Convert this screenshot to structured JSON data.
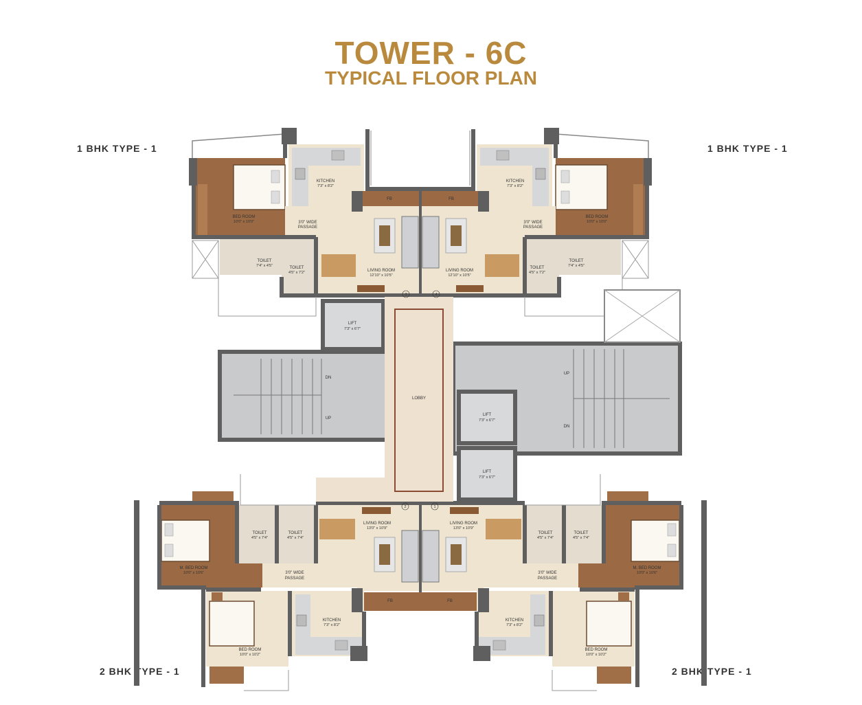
{
  "title": "TOWER - 6C",
  "subtitle": "TYPICAL FLOOR PLAN",
  "colors": {
    "title": "#b98a3e",
    "wall": "#5e5f5e",
    "wood": "#9b6a44",
    "floor": "#efe4d0",
    "core": "#c9cacc"
  },
  "units": {
    "top_left": {
      "type": "1 BHK TYPE - 1",
      "kitchen": "KITCHEN",
      "kitchen_dim": "7'3\" x 8'2\"",
      "bedroom": "BED ROOM",
      "bedroom_dim": "10'0\" x 10'0\"",
      "passage": "3'0\" WIDE",
      "passage2": "PASSAGE",
      "toilet1": "TOILET",
      "toilet1_dim": "7'4\" x 4'5\"",
      "toilet2": "TOILET",
      "toilet2_dim": "4'5\" x 7'2\"",
      "living": "LIVING ROOM",
      "living_dim": "12'10\" x 10'5\"",
      "fb": "FB",
      "flat_no": "3"
    },
    "top_right": {
      "type": "1 BHK TYPE - 1",
      "kitchen": "KITCHEN",
      "kitchen_dim": "7'3\" x 8'2\"",
      "bedroom": "BED ROOM",
      "bedroom_dim": "10'0\" x 10'0\"",
      "passage": "3'0\" WIDE",
      "passage2": "PASSAGE",
      "toilet1": "TOILET",
      "toilet1_dim": "7'4\" x 4'5\"",
      "toilet2": "TOILET",
      "toilet2_dim": "4'5\" x 7'2\"",
      "living": "LIVING ROOM",
      "living_dim": "12'10\" x 10'5\"",
      "fb": "FB",
      "flat_no": "4"
    },
    "bottom_left": {
      "type": "2 BHK TYPE - 1",
      "mbedroom": "M. BED ROOM",
      "mbedroom_dim": "10'0\" x 10'6\"",
      "toilet1": "TOILET",
      "toilet1_dim": "4'5\" x 7'4\"",
      "toilet2": "TOILET",
      "toilet2_dim": "4'5\" x 7'4\"",
      "living": "LIVING ROOM",
      "living_dim": "13'0\" x 10'9\"",
      "passage": "3'0\" WIDE",
      "passage2": "PASSAGE",
      "bedroom": "BED ROOM",
      "bedroom_dim": "10'0\" x 10'2\"",
      "kitchen": "KITCHEN",
      "kitchen_dim": "7'3\" x 8'2\"",
      "fb": "FB",
      "flat_no": "2"
    },
    "bottom_right": {
      "type": "2 BHK TYPE - 1",
      "mbedroom": "M. BED ROOM",
      "mbedroom_dim": "10'0\" x 10'6\"",
      "toilet1": "TOILET",
      "toilet1_dim": "4'5\" x 7'4\"",
      "toilet2": "TOILET",
      "toilet2_dim": "4'5\" x 7'4\"",
      "living": "LIVING ROOM",
      "living_dim": "13'0\" x 10'9\"",
      "passage": "3'0\" WIDE",
      "passage2": "PASSAGE",
      "bedroom": "BED ROOM",
      "bedroom_dim": "10'0\" x 10'2\"",
      "kitchen": "KITCHEN",
      "kitchen_dim": "7'3\" x 8'2\"",
      "fb": "FB",
      "flat_no": "1"
    }
  },
  "core": {
    "lobby": "LOBBY",
    "lift": "LIFT",
    "lift_dim": "7'3\" x 6'7\"",
    "stair_dn": "DN",
    "stair_up": "UP"
  }
}
